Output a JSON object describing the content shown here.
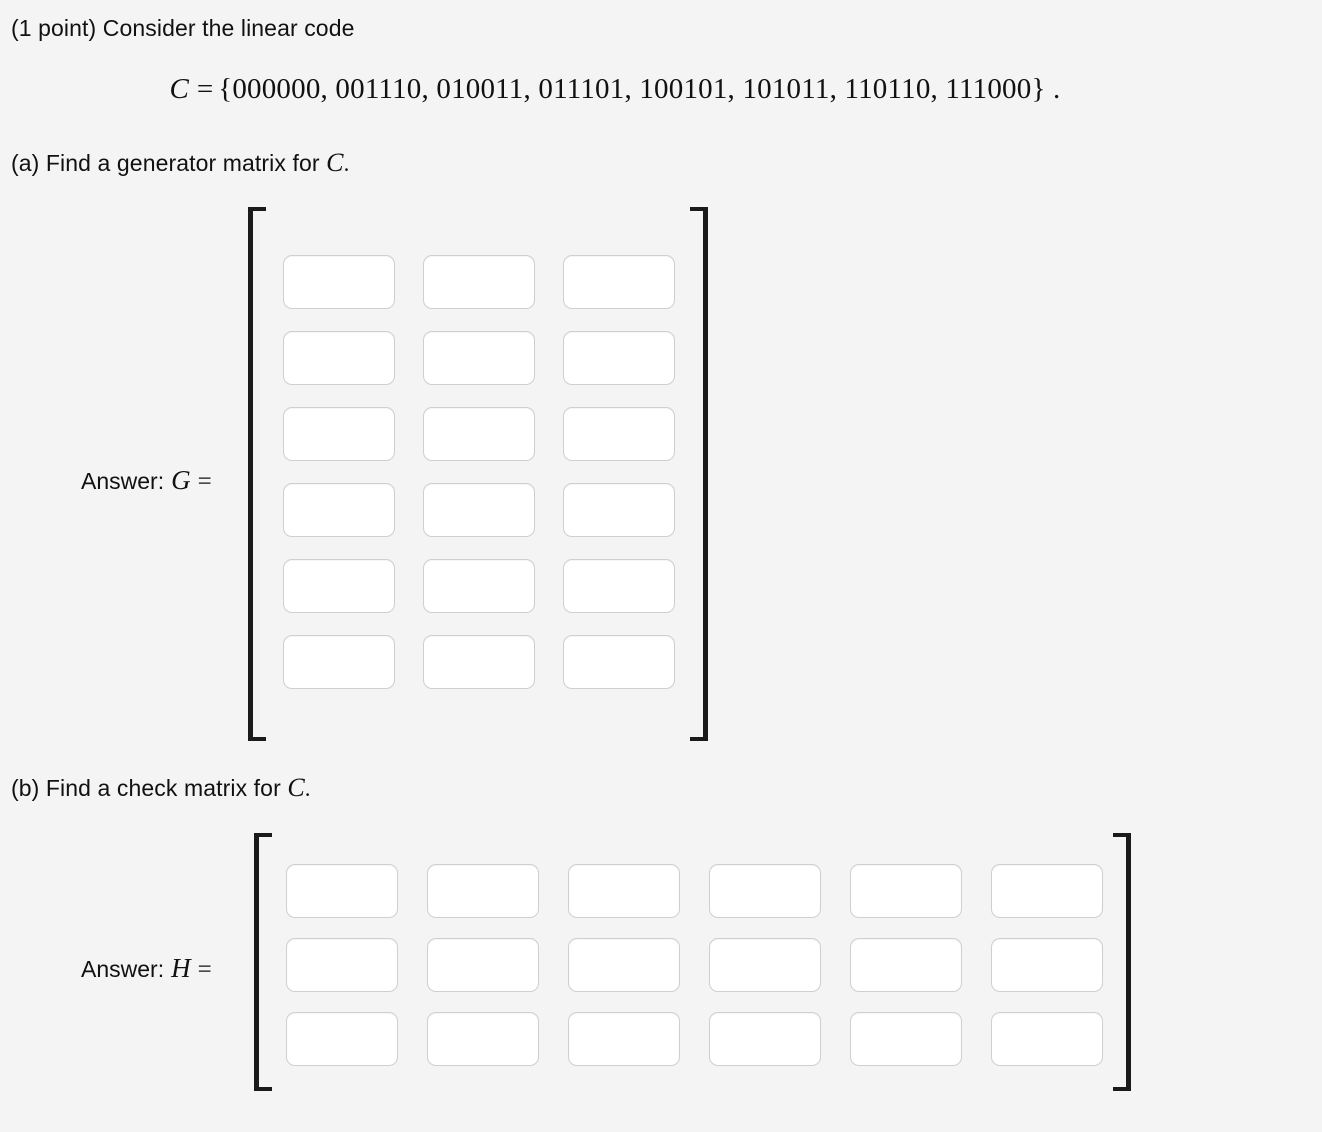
{
  "problem": {
    "intro": "(1 point) Consider the linear code",
    "equation": {
      "variable": "C",
      "relation": "=",
      "set": "{000000, 001110, 010011, 011101, 100101, 101011, 110110, 111000} ."
    },
    "codewords": [
      "000000",
      "001110",
      "010011",
      "011101",
      "100101",
      "101011",
      "110110",
      "111000"
    ]
  },
  "parts": [
    {
      "id": "a",
      "text": "(a) Find a generator matrix for C.",
      "prefix": "(a) Find a generator matrix for",
      "variable": "C",
      "suffix": ".",
      "answer": {
        "label": "Answer:",
        "variable": "G",
        "relation": "=",
        "matrix": {
          "rows": 6,
          "cols": 3,
          "values": [
            [
              "",
              "",
              ""
            ],
            [
              "",
              "",
              ""
            ],
            [
              "",
              "",
              ""
            ],
            [
              "",
              "",
              ""
            ],
            [
              "",
              "",
              ""
            ],
            [
              "",
              "",
              ""
            ]
          ]
        }
      }
    },
    {
      "id": "b",
      "text": "(b) Find a check matrix for C.",
      "prefix": "(b) Find a check matrix for",
      "variable": "C",
      "suffix": ".",
      "answer": {
        "label": "Answer:",
        "variable": "H",
        "relation": "=",
        "matrix": {
          "rows": 3,
          "cols": 6,
          "values": [
            [
              "",
              "",
              "",
              "",
              "",
              ""
            ],
            [
              "",
              "",
              "",
              "",
              "",
              ""
            ],
            [
              "",
              "",
              "",
              "",
              "",
              ""
            ]
          ]
        }
      }
    }
  ],
  "colors": {
    "background": "#f4f4f4",
    "text": "#111111",
    "input_background": "#ffffff",
    "input_border": "#cfcfcf",
    "bracket": "#1a1a1a"
  }
}
